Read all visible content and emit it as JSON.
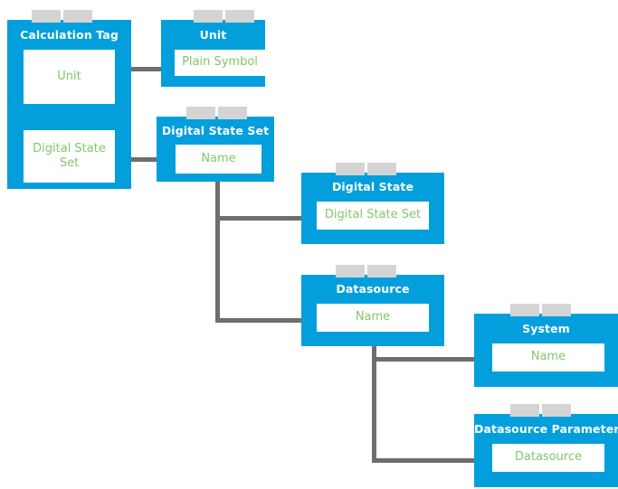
{
  "diagram": {
    "type": "entity-relationship-diagram",
    "colors": {
      "node_fill": "#029fdc",
      "tab_fill": "#d4d4d4",
      "connector": "#6e6e6e",
      "field_bg": "#ffffff",
      "field_text": "#84c66a",
      "title_text": "#ffffff",
      "background": "#ffffff"
    },
    "nodes": [
      {
        "id": "calculation-tag",
        "title": "Calculation Tag",
        "fields": [
          {
            "id": "calculation-tag-unit",
            "label": "Unit"
          },
          {
            "id": "calculation-tag-digital-state-set",
            "label": "Digital State Set"
          }
        ]
      },
      {
        "id": "unit",
        "title": "Unit",
        "fields": [
          {
            "id": "unit-plain-symbol",
            "label": "Plain Symbol"
          }
        ]
      },
      {
        "id": "digital-state-set",
        "title": "Digital State Set",
        "fields": [
          {
            "id": "digital-state-set-name",
            "label": "Name"
          }
        ]
      },
      {
        "id": "digital-state",
        "title": "Digital State",
        "fields": [
          {
            "id": "digital-state-digital-state-set",
            "label": "Digital State Set"
          }
        ]
      },
      {
        "id": "datasource",
        "title": "Datasource",
        "fields": [
          {
            "id": "datasource-name",
            "label": "Name"
          }
        ]
      },
      {
        "id": "system",
        "title": "System",
        "fields": [
          {
            "id": "system-name",
            "label": "Name"
          }
        ]
      },
      {
        "id": "datasource-parameter",
        "title": "Datasource Parameter",
        "fields": [
          {
            "id": "datasource-parameter-datasource",
            "label": "Datasource"
          }
        ]
      }
    ],
    "relations": [
      {
        "id": "rel-unit",
        "from": "calculation-tag-unit",
        "to": "unit-plain-symbol"
      },
      {
        "id": "rel-digital-state-set",
        "from": "calculation-tag-digital-state-set",
        "to": "digital-state-set-name"
      },
      {
        "id": "rel-digital-state",
        "from": "digital-state-set-name",
        "to": "digital-state-digital-state-set"
      },
      {
        "id": "rel-datasource",
        "from": "digital-state-set-name",
        "to": "datasource-name"
      },
      {
        "id": "rel-system",
        "from": "datasource-name",
        "to": "system-name"
      },
      {
        "id": "rel-datasource-parameter",
        "from": "datasource-name",
        "to": "datasource-parameter-datasource"
      }
    ]
  }
}
